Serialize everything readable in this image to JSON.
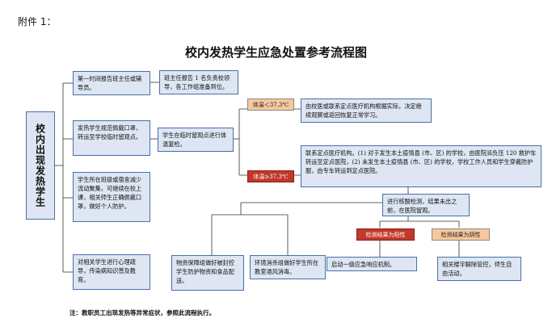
{
  "header": "附件 1：",
  "title": "校内发热学生应急处置参考流程图",
  "left_label": "校内出现发热学生",
  "nodes": {
    "first_report": "第一时间报告班主任或辅导员。",
    "teacher_report": "班主任报告 1 名负责校领导，各工作组准备到位。",
    "mask_transfer": "发热学生规范佩戴口罩，转运至学校临时留观点。",
    "temp_check": "学生在临时留观点进行体温复检。",
    "dorm": "学生所在班级或宿舍减少流动聚集，可继续在校上课，相关师生正确佩戴口罩，做好个人防护。",
    "psych": "对相关学生进行心理疏导，传染病知识普及教育。",
    "clinic": "由校医或联系定点医疗机构根据实际，决定继续观察或返回恢复正常学习。",
    "hospital": "联系定点医疗机构。(1) 对于发生本土疫情县 (市、区) 的学校，由医院派负压 120 救护车转运至定点医院，(2) 未发生本土疫情县 (市、区) 的学校，学校工作人员和学生穿戴防护服，由专车转运到定点医院。",
    "test": "进行核酸检测，结果未出之前，在医院留观。",
    "supplies": "物资保障组做好被封控学生防护物资和食品配送。",
    "disinfect": "环境消杀组做好学生所在教室通风消毒。",
    "level1": "启动一级应急响应机制。",
    "release": "相关楼宇解除管控，师生自由活动。"
  },
  "tags": {
    "temp_low": "体温＜37.3℃",
    "temp_high": "体温≥37.3℃",
    "positive": "检测结果为阳性",
    "negative": "检测结果为阴性"
  },
  "footnote": "注：教职员工出现发热等异常症状，参照此流程执行。",
  "colors": {
    "box_fill": "#dde6f2",
    "box_border": "#4a6ea8",
    "tag_orange": "#f6c89d",
    "tag_red": "#c0392b",
    "line": "#333333"
  }
}
